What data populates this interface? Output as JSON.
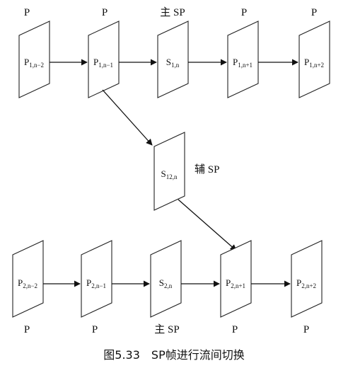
{
  "caption": "图5.33　SP帧进行流间切换",
  "frames": {
    "r1": [
      {
        "base": "P",
        "sub": "1,n−2",
        "type": "P"
      },
      {
        "base": "P",
        "sub": "1,n−1",
        "type": "P"
      },
      {
        "base": "S",
        "sub": "1,n",
        "type": "主 SP"
      },
      {
        "base": "P",
        "sub": "1,n+1",
        "type": "P"
      },
      {
        "base": "P",
        "sub": "1,n+2",
        "type": "P"
      }
    ],
    "mid": {
      "base": "S",
      "sub": "12,n",
      "type": "辅 SP"
    },
    "r2": [
      {
        "base": "P",
        "sub": "2,n−2",
        "type": "P"
      },
      {
        "base": "P",
        "sub": "2,n−1",
        "type": "P"
      },
      {
        "base": "S",
        "sub": "2,n",
        "type": "主 SP"
      },
      {
        "base": "P",
        "sub": "2,n+1",
        "type": "P"
      },
      {
        "base": "P",
        "sub": "2,n+2",
        "type": "P"
      }
    ]
  },
  "colors": {
    "stroke": "#222222",
    "text": "#111111",
    "background": "#ffffff"
  }
}
